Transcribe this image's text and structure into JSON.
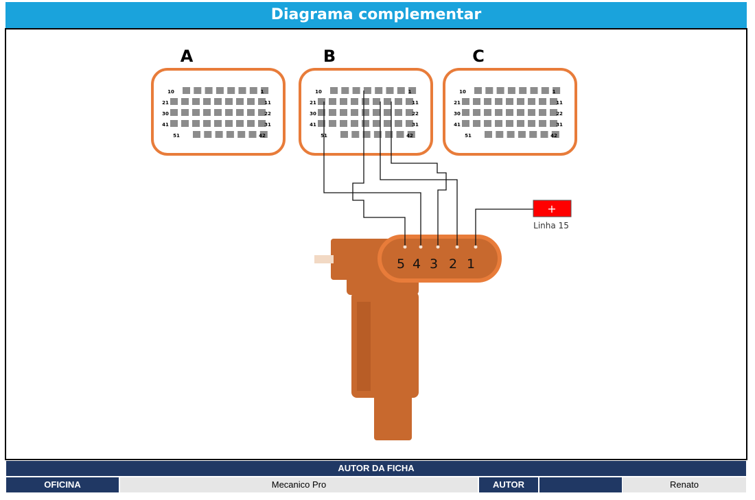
{
  "header": {
    "title": "Diagrama complementar"
  },
  "diagram": {
    "connectors": [
      {
        "label": "A"
      },
      {
        "label": "B"
      },
      {
        "label": "C"
      }
    ],
    "row_labels": [
      [
        "10",
        "1"
      ],
      [
        "21",
        "11"
      ],
      [
        "30",
        "22"
      ],
      [
        "41",
        "31"
      ],
      [
        "51",
        "42"
      ]
    ],
    "sensor_pins": [
      "5",
      "4",
      "3",
      "2",
      "1"
    ],
    "power": {
      "symbol": "+",
      "label": "Linha 15",
      "color": "#ff0000"
    },
    "accent_color": "#e87c3a"
  },
  "footer": {
    "title": "AUTOR DA FICHA",
    "oficina_label": "OFICINA",
    "oficina_value": "Mecanico Pro",
    "autor_label": "AUTOR",
    "autor_value": "Renato"
  }
}
